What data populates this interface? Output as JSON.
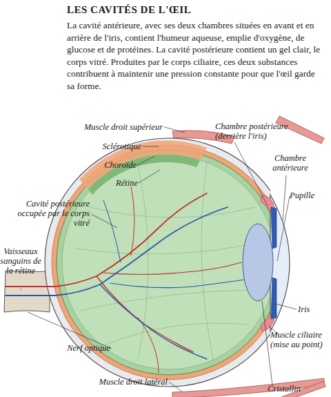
{
  "diagram": {
    "title": "LES CAVITÉS DE L'ŒIL",
    "caption": "La cavité antérieure, avec ses deux chambres situées en avant et en arrière de l'iris, contient l'humeur aqueuse, emplie d'oxygène, de glucose et de protéines. La cavité postérieure contient un gel clair, le corps vitré. Produites par le corps ciliaire, ces deux substances contribuent à maintenir une pression constante pour que l'œil garde sa forme.",
    "labels": [
      "Muscle droit supérieur",
      "Sclérotique",
      "Choroïde",
      "Rétine",
      "Cavité postérieure occupée par le corps vitré",
      "Vaisseaux sanguins de la rétine",
      "Nerf optique",
      "Muscle droit latéral",
      "Chambre postérieure (derrière l'iris)",
      "Chambre antérieure",
      "Pupille",
      "Iris",
      "Muscle ciliaire (mise au point)",
      "Cristallin"
    ]
  }
}
